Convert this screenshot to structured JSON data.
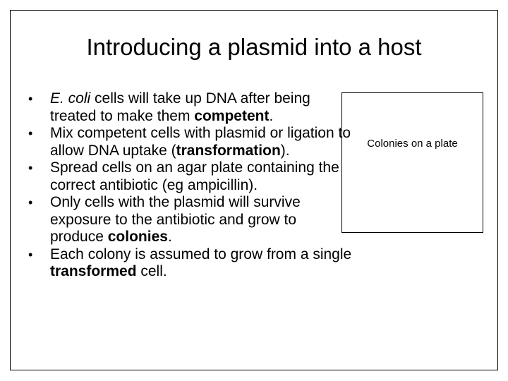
{
  "slide": {
    "title": "Introducing a plasmid into a host",
    "bullets": [
      {
        "segments": [
          {
            "text": "E. coli",
            "style": "italic"
          },
          {
            "text": " cells will take up DNA after being treated to make them ",
            "style": "normal"
          },
          {
            "text": "competent",
            "style": "bold"
          },
          {
            "text": ".",
            "style": "normal"
          }
        ]
      },
      {
        "segments": [
          {
            "text": "Mix competent cells with plasmid or ligation to allow DNA uptake (",
            "style": "normal"
          },
          {
            "text": "transformation",
            "style": "bold"
          },
          {
            "text": ").",
            "style": "normal"
          }
        ]
      },
      {
        "segments": [
          {
            "text": "Spread cells on an agar plate containing the correct antibiotic (eg ampicillin).",
            "style": "normal"
          }
        ]
      },
      {
        "segments": [
          {
            "text": "Only cells with the plasmid will survive exposure to the antibiotic and grow to produce ",
            "style": "normal"
          },
          {
            "text": "colonies",
            "style": "bold"
          },
          {
            "text": ".",
            "style": "normal"
          }
        ]
      },
      {
        "segments": [
          {
            "text": "Each colony is assumed to grow from a single ",
            "style": "normal"
          },
          {
            "text": "transformed",
            "style": "bold"
          },
          {
            "text": " cell.",
            "style": "normal"
          }
        ]
      }
    ],
    "bullet_glyph": "•",
    "image_caption": "Colonies on a plate"
  }
}
